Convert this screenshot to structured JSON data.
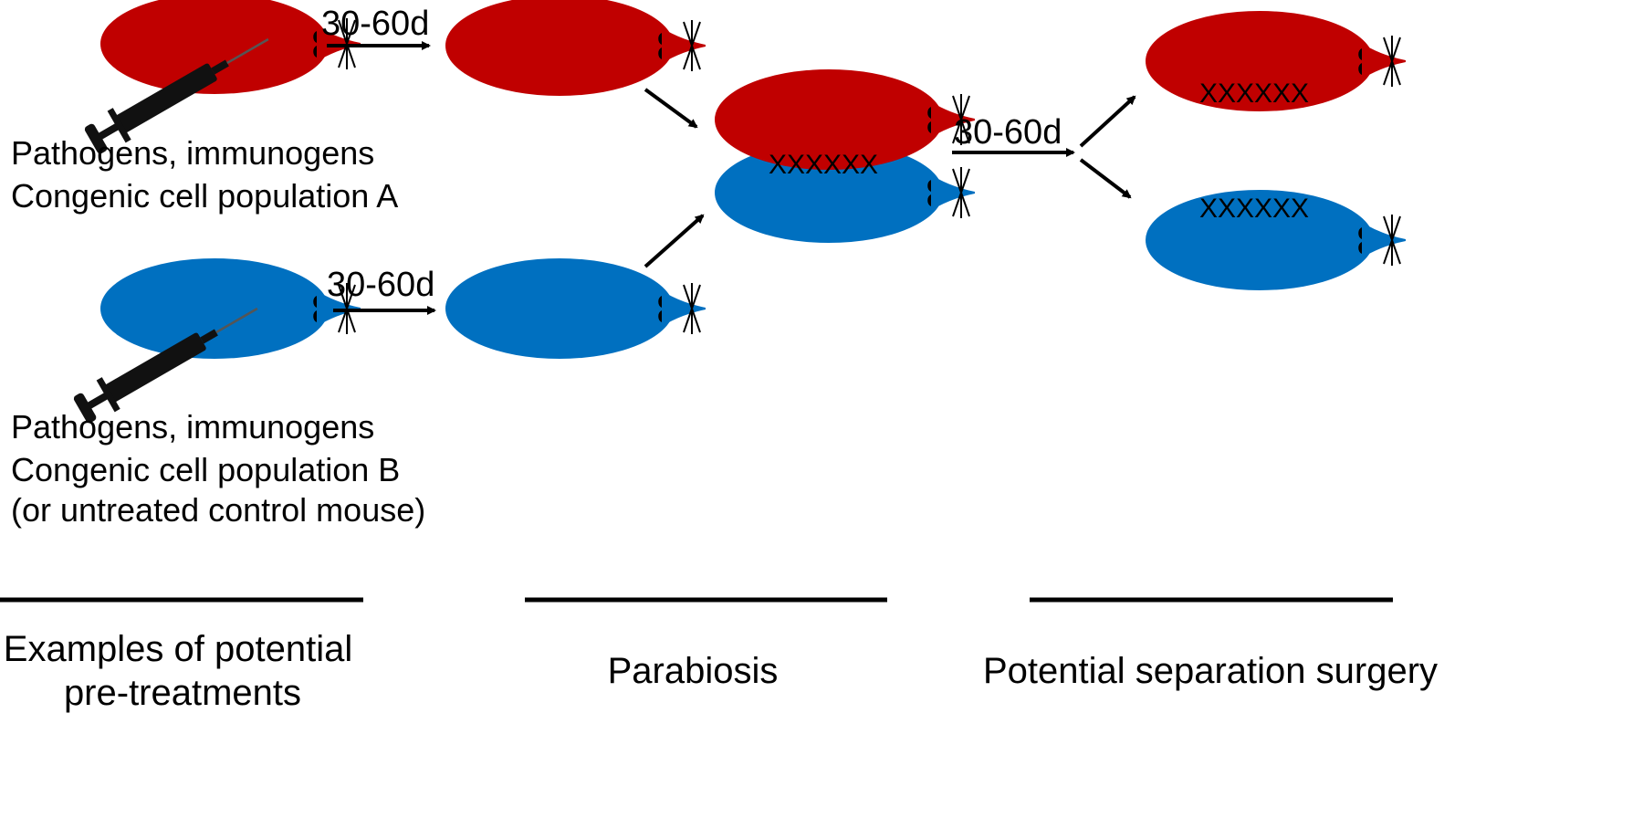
{
  "colors": {
    "red_mouse": "#c00000",
    "blue_mouse": "#0070c0",
    "ink": "#000000",
    "syringe": "#111111"
  },
  "icons": [
    "syringe-icon",
    "mouse-icon",
    "suture-marks",
    "arrow-icon"
  ],
  "durations": {
    "top_pretreat": "30-60d",
    "bottom_pretreat": "30-60d",
    "parabiosis": "30-60d"
  },
  "pretreatments": {
    "group_a": [
      "Pathogens, immunogens",
      "Congenic cell population A"
    ],
    "group_b": [
      "Pathogens, immunogens",
      "Congenic cell population B",
      "(or untreated control mouse)"
    ]
  },
  "sutures": {
    "joined": "XXXXXX",
    "separated_red": "XXXXXX",
    "separated_blue": "XXXXXX"
  },
  "phases": {
    "pretreatment": [
      "Examples of potential",
      "pre-treatments"
    ],
    "parabiosis": "Parabiosis",
    "separation": "Potential separation surgery"
  }
}
